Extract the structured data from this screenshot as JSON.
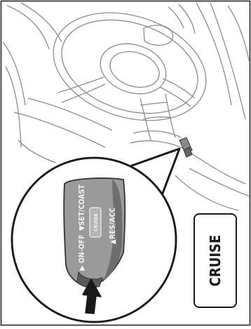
{
  "figure": {
    "stalk_labels": {
      "set_coast": "▼SET/COAST",
      "on_off": "▶ ON-OFF",
      "button": "CRUISE",
      "res_acc": "▲RES/ACC"
    },
    "indicator_label": "CRUISE"
  },
  "colors": {
    "line": "#1a1a1a",
    "sketch": "#8c8c8c",
    "stalk_fill": "#9a9a9a",
    "stalk_shade": "#6e6e6e",
    "label_text": "#f2f2f2",
    "background": "#ffffff"
  }
}
